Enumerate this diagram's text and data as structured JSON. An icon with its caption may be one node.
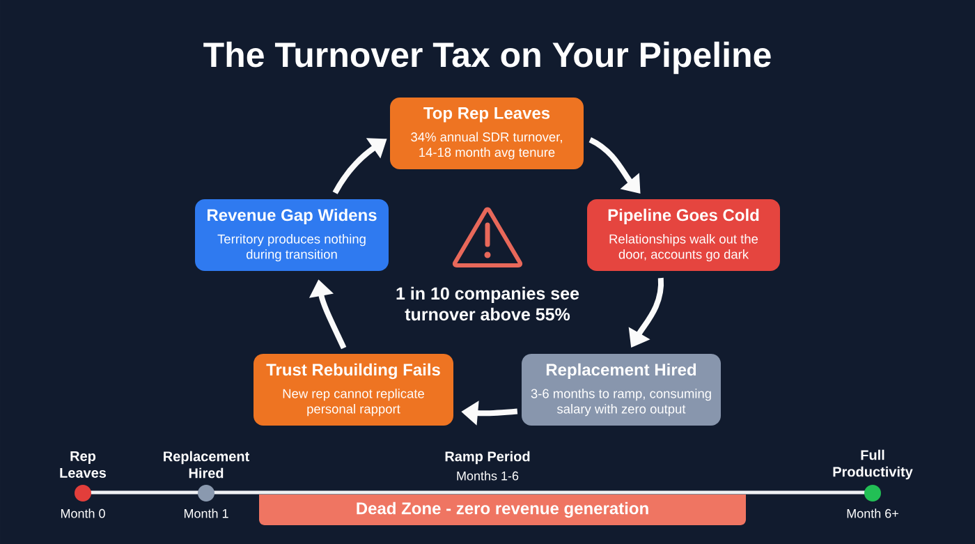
{
  "diagram": {
    "title": "The Turnover Tax on Your Pipeline",
    "nodes": [
      {
        "text": [
          "Top Rep Leaves",
          "34% annual SDR turnover, 14-18 month avg tenure"
        ]
      },
      {
        "text": [
          "Revenue Gap Widens",
          "Territory produces nothing during transition"
        ]
      },
      {
        "text": [
          "Pipeline Goes Cold",
          "Relationships walk out the door, accounts go dark"
        ]
      },
      {
        "text": [
          "Trust Rebuilding Fails",
          "New rep cannot replicate personal rapport"
        ]
      },
      {
        "text": [
          "Replacement Hired",
          "3-6 months to ramp, consuming salary with zero output"
        ]
      },
      {
        "text": [
          "Dead Zone - zero revenue generation"
        ]
      }
    ],
    "edges": [
      {
        "from": 0,
        "to": 2,
        "arrow": "to"
      },
      {
        "from": 2,
        "to": 4,
        "arrow": "to"
      },
      {
        "from": 4,
        "to": 3,
        "arrow": "to"
      },
      {
        "from": 3,
        "to": 1,
        "arrow": "to"
      },
      {
        "from": 1,
        "to": 0,
        "arrow": "to"
      }
    ],
    "labels": [
      "1 in 10 companies see turnover above 55%",
      "Rep Leaves",
      "Replacement Hired",
      "Ramp Period",
      "Months 1-6",
      "Full Productivity",
      "Month 0",
      "Month 1",
      "Month 6+"
    ]
  }
}
